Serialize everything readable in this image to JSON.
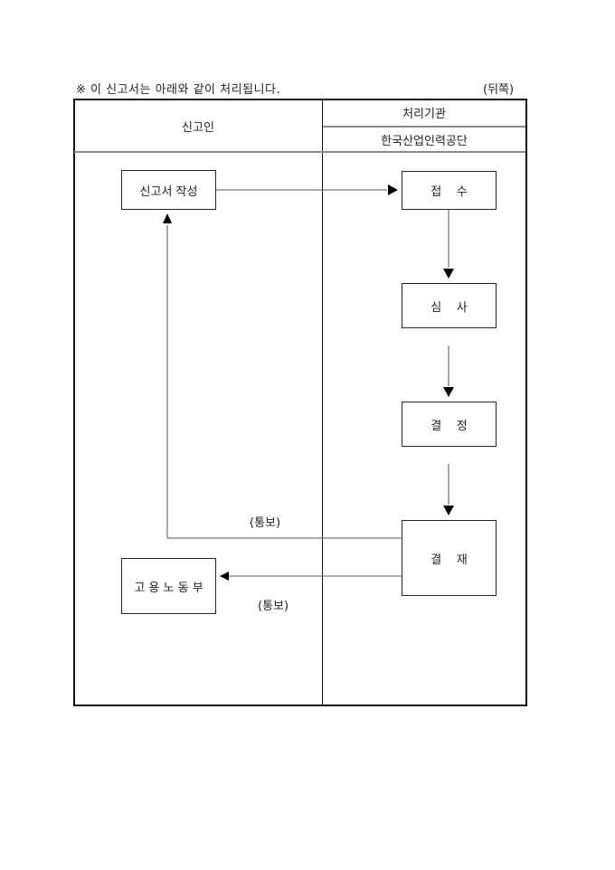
{
  "header": {
    "note": "※ 이 신고서는 아래와 같이 처리됩니다.",
    "side_label": "(뒤쪽)"
  },
  "table": {
    "applicant_header": "신고인",
    "agency_header": "처리기관",
    "agency_name": "한국산업인력공단"
  },
  "flow": {
    "steps": {
      "write": "신고서 작성",
      "receipt": "접    수",
      "review": "심    사",
      "decision": "결    정",
      "approval": "결    재",
      "ministry": "고 용 노 동 부"
    },
    "labels": {
      "notify_applicant": "(통보)",
      "notify_ministry": "(통보)"
    }
  }
}
